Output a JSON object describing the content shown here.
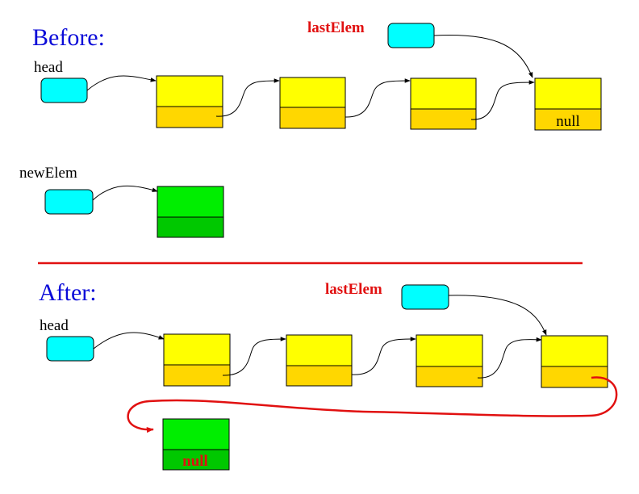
{
  "before": {
    "title": "Before:",
    "head_label": "head",
    "last_elem_label": "lastElem",
    "new_elem_label": "newElem",
    "tail_null": "null"
  },
  "after": {
    "title": "After:",
    "head_label": "head",
    "last_elem_label": "lastElem",
    "new_elem_null": "null"
  },
  "colors": {
    "heading": "#0a0ad8",
    "pointer": "#00ffff",
    "node_top": "#ffff00",
    "node_bottom": "#ffd700",
    "new_node_top": "#00ee00",
    "new_node_bottom": "#00c800",
    "divider": "#e11010",
    "new_link": "#e11010"
  }
}
